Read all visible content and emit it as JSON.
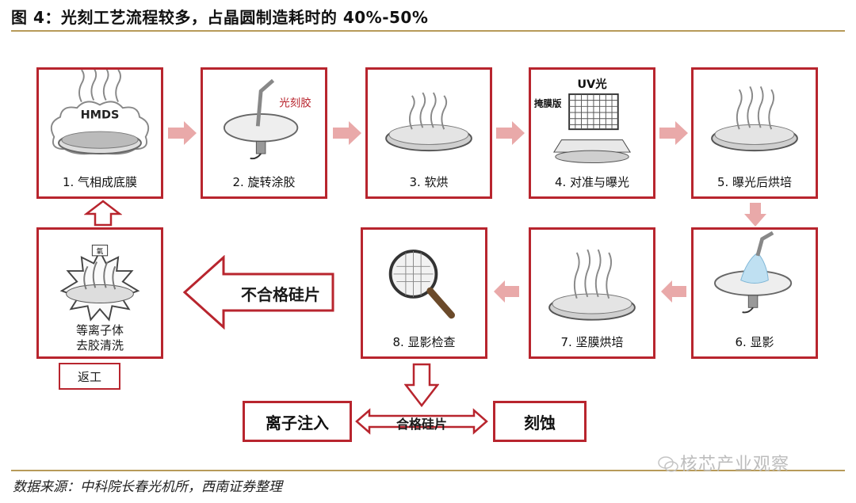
{
  "title": "图 4：光刻工艺流程较多，占晶圆制造耗时的 40%-50%",
  "steps": [
    {
      "label": "1. 气相成底膜",
      "tag": "HMDS"
    },
    {
      "label": "2. 旋转涂胶",
      "tag": "光刻胶"
    },
    {
      "label": "3. 软烘"
    },
    {
      "label": "4. 对准与曝光",
      "tag": "UV光",
      "tag2": "掩膜版"
    },
    {
      "label": "5. 曝光后烘培"
    },
    {
      "label": "6. 显影"
    },
    {
      "label": "7. 坚膜烘培"
    },
    {
      "label": "8. 显影检查"
    }
  ],
  "rework_step": {
    "label_line1": "等离子体",
    "label_line2": "去胶清洗",
    "tag": "氧"
  },
  "rework_label": "返工",
  "reject_label": "不合格硅片",
  "pass_label": "合格硅片",
  "outcomes": {
    "left": "离子注入",
    "right": "刻蚀"
  },
  "source": "数据来源：中科院长春光机所，西南证券整理",
  "watermark": "核芯产业观察",
  "colors": {
    "frame": "#b8252e",
    "arrow_fill": "#e9a9a9",
    "rule": "#b79a59"
  }
}
